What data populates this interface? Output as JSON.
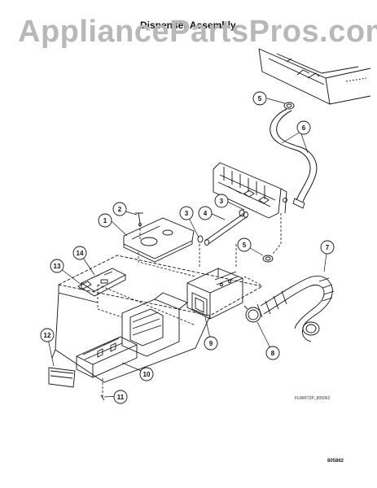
{
  "watermark": "AppliancePartsPros.com",
  "diagram": {
    "title": "Dispenser Assembly",
    "image_code": "FUWR72P_805962",
    "figure_number": "805862"
  },
  "callouts": [
    {
      "id": "c1",
      "label": "1"
    },
    {
      "id": "c2",
      "label": "2"
    },
    {
      "id": "c3a",
      "label": "3"
    },
    {
      "id": "c3b",
      "label": "3"
    },
    {
      "id": "c4",
      "label": "4"
    },
    {
      "id": "c5a",
      "label": "5"
    },
    {
      "id": "c5b",
      "label": "5"
    },
    {
      "id": "c6",
      "label": "6"
    },
    {
      "id": "c7",
      "label": "7"
    },
    {
      "id": "c8",
      "label": "8"
    },
    {
      "id": "c9",
      "label": "9"
    },
    {
      "id": "c10",
      "label": "10"
    },
    {
      "id": "c11",
      "label": "11"
    },
    {
      "id": "c12",
      "label": "12"
    },
    {
      "id": "c13",
      "label": "13"
    },
    {
      "id": "c14",
      "label": "14"
    }
  ]
}
